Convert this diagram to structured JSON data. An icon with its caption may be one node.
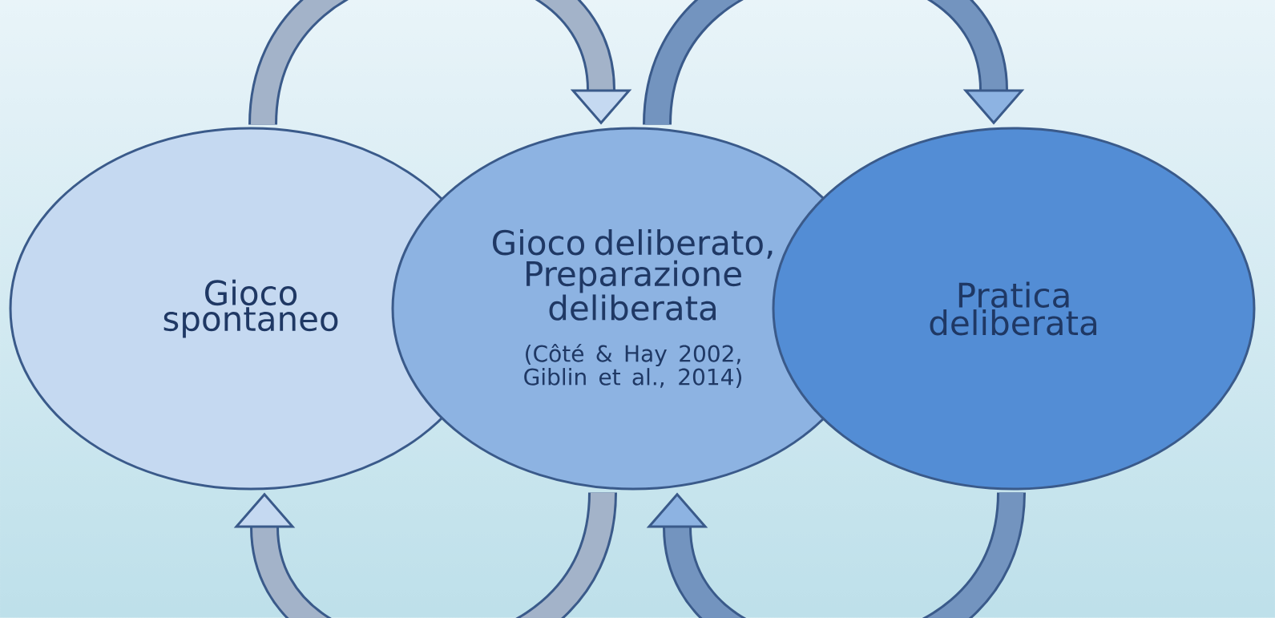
{
  "diagram": {
    "nodes": [
      {
        "text": [
          "Gioco spontaneo"
        ]
      },
      {
        "text": [
          "Gioco deliberato, Preparazione deliberata",
          "(Côté & Hay 2002, Giblin et al., 2014)"
        ]
      },
      {
        "text": [
          "Pratica deliberata"
        ]
      }
    ],
    "edges": [
      {
        "from": 0,
        "to": 1,
        "arrow": "to"
      },
      {
        "from": 1,
        "to": 2,
        "arrow": "to"
      },
      {
        "from": 1,
        "to": 0,
        "arrow": "to"
      },
      {
        "from": 2,
        "to": 1,
        "arrow": "to"
      }
    ]
  }
}
